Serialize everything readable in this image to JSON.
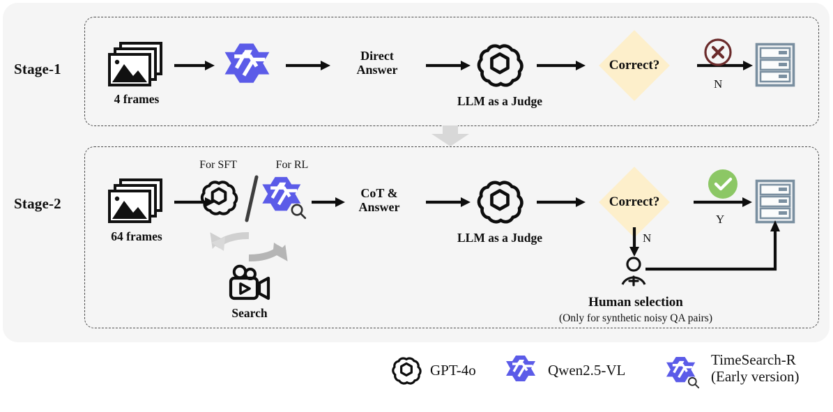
{
  "figure": {
    "background_color": "#f5f5f5",
    "accent_yellow": "#fdefcb",
    "accent_purple": "#5b5be8",
    "accent_green": "#8cc765",
    "accent_maroon": "#6b2b2b",
    "accent_slate": "#7a8fa0"
  },
  "stage1": {
    "label": "Stage-1",
    "frames_label": "4 frames",
    "frames_icon": "stacked-images-icon",
    "model_icon": "qwen-logo-icon",
    "answer_text": "Direct\nAnswer",
    "judge_icon": "openai-logo-icon",
    "judge_label": "LLM as a Judge",
    "decision_text": "Correct?",
    "branch_no": "N",
    "result_icon": "x-circle-icon",
    "database_icon": "server-stack-icon"
  },
  "transition": {
    "icon": "down-arrow-icon"
  },
  "stage2": {
    "label": "Stage-2",
    "frames_label": "64 frames",
    "frames_icon": "stacked-images-icon",
    "for_sft_label": "For SFT",
    "for_rl_label": "For RL",
    "sft_icon": "openai-logo-icon",
    "separator": "/",
    "rl_icon": "timesearch-r-logo-icon",
    "loop_icon": "refresh-loop-icon",
    "search_icon": "video-camera-icon",
    "search_label": "Search",
    "answer_text": "CoT &\nAnswer",
    "judge_icon": "openai-logo-icon",
    "judge_label": "LLM as a Judge",
    "decision_text": "Correct?",
    "branch_yes": "Y",
    "branch_no": "N",
    "result_icon": "check-circle-icon",
    "human_icon": "person-add-icon",
    "human_label": "Human selection",
    "human_note": "(Only for synthetic noisy QA pairs)",
    "database_icon": "server-stack-icon"
  },
  "legend": {
    "items": [
      {
        "icon": "openai-logo-icon",
        "label": "GPT-4o"
      },
      {
        "icon": "qwen-logo-icon",
        "label": "Qwen2.5-VL"
      },
      {
        "icon": "timesearch-r-logo-icon",
        "label": "TimeSearch-R\n(Early version)"
      }
    ]
  }
}
